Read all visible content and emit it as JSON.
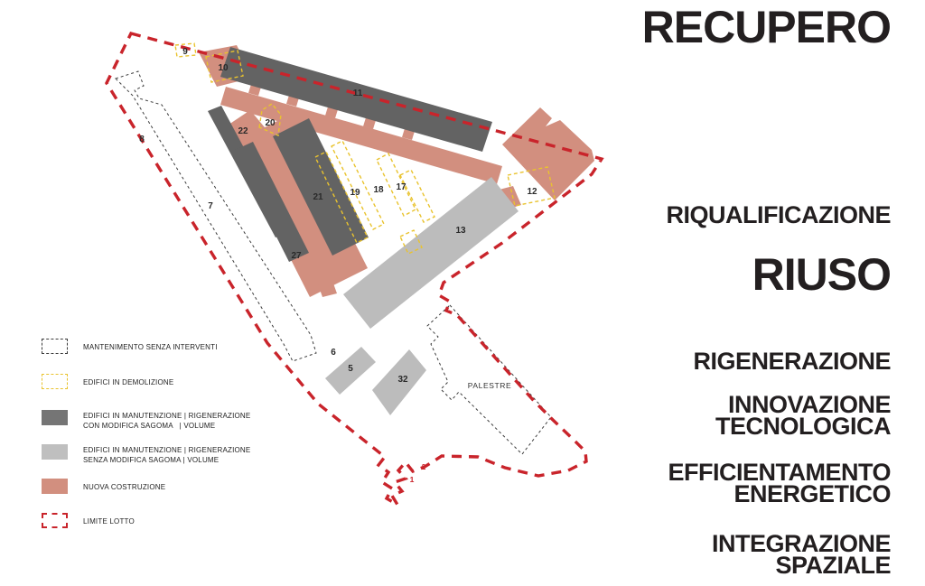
{
  "headline": {
    "recupero": "RECUPERO",
    "riqualificazione": "RIQUALIFICAZIONE",
    "riuso": "RIUSO",
    "rigenerazione": "RIGENERAZIONE",
    "innovazione_l1": "INNOVAZIONE",
    "innovazione_l2": "TECNOLOGICA",
    "efficientamento_l1": "EFFICIENTAMENTO",
    "efficientamento_l2": "ENERGETICO",
    "integrazione_l1": "INTEGRAZIONE",
    "integrazione_l2": "SPAZIALE"
  },
  "legend": {
    "items": [
      {
        "swatch": "dashed-black",
        "label": "MANTENIMENTO SENZA INTERVENTI"
      },
      {
        "swatch": "dashed-yellow",
        "label": "EDIFICI IN DEMOLIZIONE"
      },
      {
        "swatch": "dark-gray",
        "label": "EDIFICI IN MANUTENZIONE | RIGENERAZIONE",
        "label2": "CON MODIFICA SAGOMA   | VOLUME"
      },
      {
        "swatch": "light-gray",
        "label": "EDIFICI IN MANUTENZIONE | RIGENERAZIONE",
        "label2": "SENZA MODIFICA SAGOMA | VOLUME"
      },
      {
        "swatch": "salmon",
        "label": "NUOVA COSTRUZIONE"
      },
      {
        "swatch": "dashed-red",
        "label": "LIMITE LOTTO"
      }
    ]
  },
  "map": {
    "building_numbers": [
      "8",
      "7",
      "9",
      "10",
      "11",
      "20",
      "22",
      "21",
      "19",
      "18",
      "17",
      "27",
      "12",
      "13",
      "6",
      "5",
      "32"
    ],
    "red_markers": [
      "1",
      "2"
    ],
    "area_label": "PALESTRE"
  },
  "colors": {
    "new_construction_salmon": "#d28f7f",
    "renovation_dark_gray": "#636363",
    "renovation_light_gray": "#bcbcbc",
    "lot_boundary_red": "#c9242b",
    "demolition_yellow": "#e9c32e",
    "text": "#231f20"
  }
}
